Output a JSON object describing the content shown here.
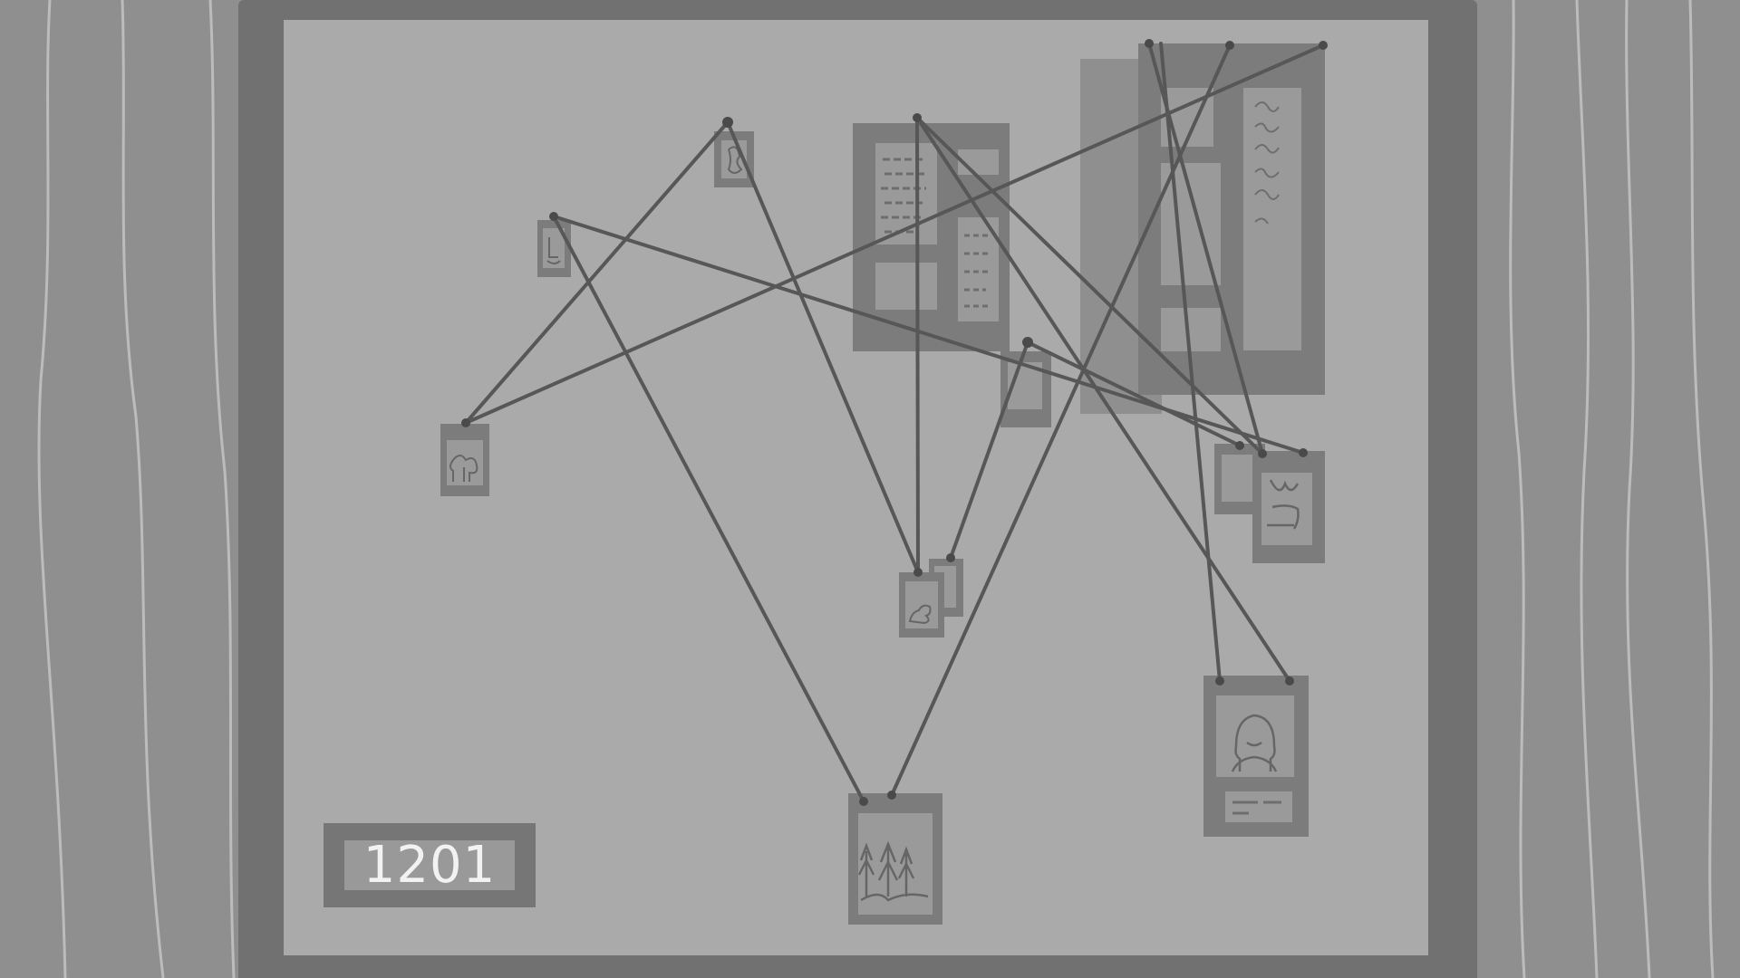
{
  "colors": {
    "background": "#8f8f8f",
    "frame": "#717171",
    "board": "#aaaaaa",
    "card": "#7c7c7c",
    "card_inner": "#9a9a9a",
    "string": "#575757",
    "pin": "#4a4a4a",
    "wall_lines": "#c4c4c4",
    "counter_text": "#f2f2f2"
  },
  "counter": {
    "value": "1201"
  },
  "evidence": [
    {
      "id": "clue-top-small",
      "icon": "sketch-figure-icon"
    },
    {
      "id": "clue-left-small",
      "icon": "sketch-object-icon"
    },
    {
      "id": "clue-tree",
      "icon": "tree-sketch-icon"
    },
    {
      "id": "clue-document-large",
      "icon": "document-icon"
    },
    {
      "id": "clue-document-tall",
      "icon": "document-icon"
    },
    {
      "id": "clue-center-small",
      "icon": "blank-note-icon"
    },
    {
      "id": "clue-middle",
      "icon": "sketch-shoe-icon"
    },
    {
      "id": "clue-right-pair",
      "icon": "sketch-symbol-icon"
    },
    {
      "id": "clue-forest-photo",
      "icon": "forest-photo-icon"
    },
    {
      "id": "clue-portrait",
      "icon": "person-portrait-icon"
    }
  ]
}
